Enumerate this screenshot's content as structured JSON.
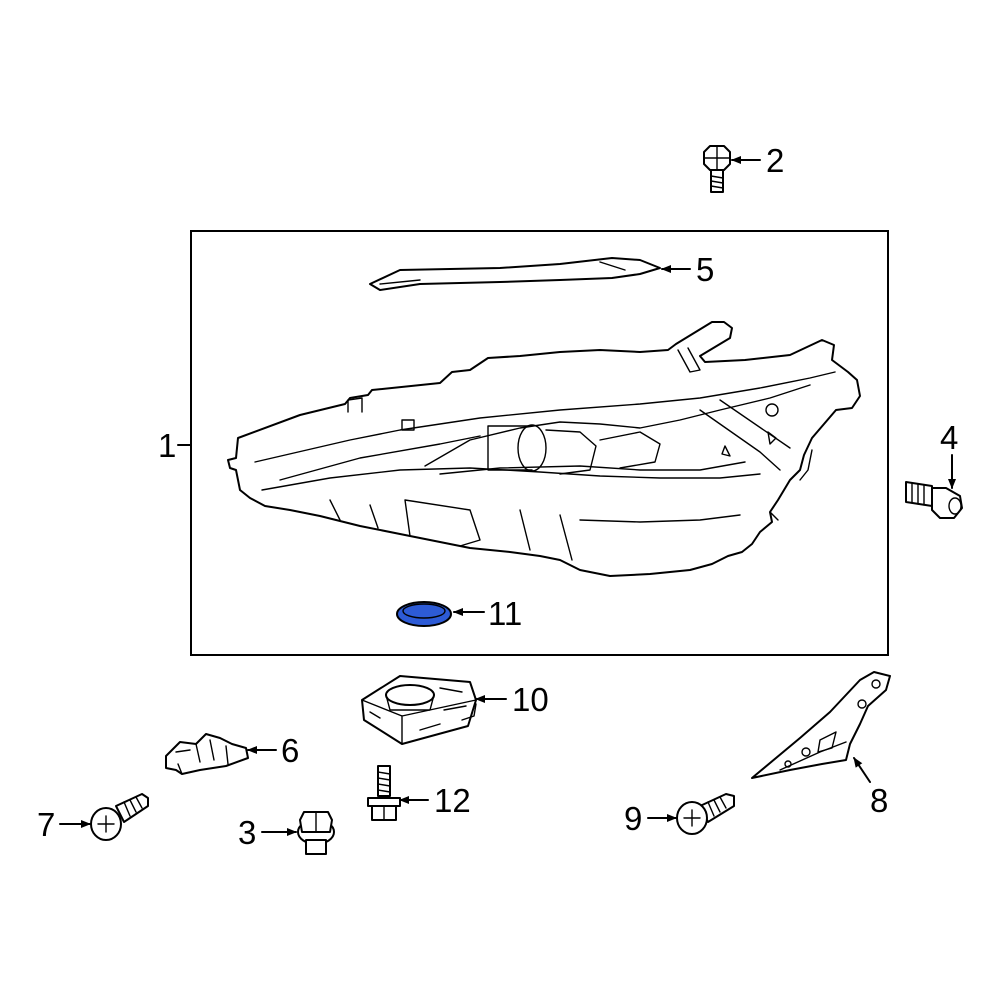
{
  "diagram": {
    "highlight_color": "#2d5bd6",
    "callouts": [
      {
        "id": "1",
        "label": "1"
      },
      {
        "id": "2",
        "label": "2"
      },
      {
        "id": "3",
        "label": "3"
      },
      {
        "id": "4",
        "label": "4"
      },
      {
        "id": "5",
        "label": "5"
      },
      {
        "id": "6",
        "label": "6"
      },
      {
        "id": "7",
        "label": "7"
      },
      {
        "id": "8",
        "label": "8"
      },
      {
        "id": "9",
        "label": "9"
      },
      {
        "id": "10",
        "label": "10"
      },
      {
        "id": "11",
        "label": "11"
      },
      {
        "id": "12",
        "label": "12"
      }
    ]
  }
}
